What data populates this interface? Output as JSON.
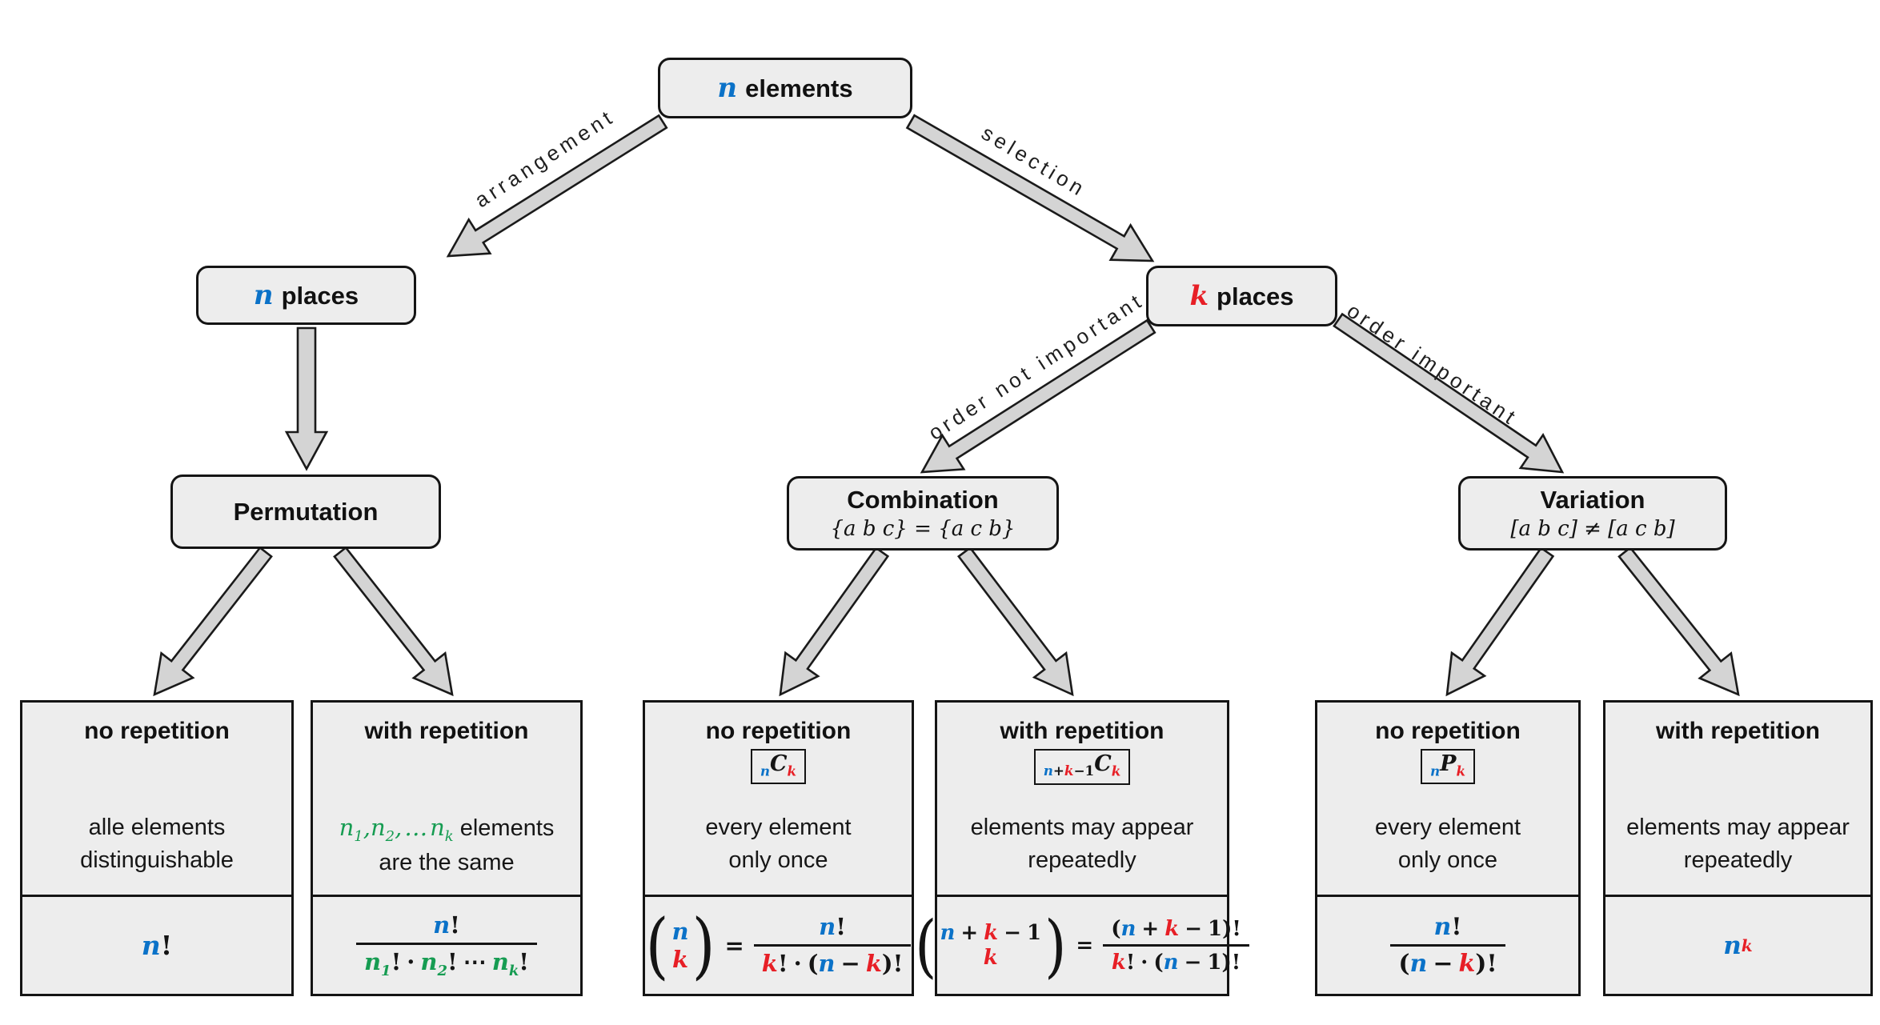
{
  "colors": {
    "blue": "#0b72c8",
    "red": "#e71f26",
    "green": "#169c52",
    "box_fill": "#ededed",
    "arrow_fill": "#d4d4d4",
    "border": "#141414"
  },
  "nodes": {
    "n_elements": {
      "var": "n",
      "label": "elements"
    },
    "n_places": {
      "var": "n",
      "label": "places"
    },
    "k_places": {
      "var": "k",
      "label": "places"
    },
    "permutation": {
      "title": "Permutation"
    },
    "combination": {
      "title": "Combination",
      "subtitle": "{a b c} = {a c b}"
    },
    "variation": {
      "title": "Variation",
      "subtitle": "[a b c] ≠ [a c b]"
    }
  },
  "edges": {
    "arrangement": "arrangement",
    "selection": "selection",
    "order_not_important": "order not important",
    "order_important": "order important"
  },
  "leaves": [
    {
      "title": "no repetition",
      "desc1": "alle elements",
      "desc2": "distinguishable"
    },
    {
      "title": "with repetition",
      "desc1_tail": "elements",
      "desc2": "are the same"
    },
    {
      "title": "no repetition",
      "desc1": "every element",
      "desc2": "only once"
    },
    {
      "title": "with repetition",
      "desc1": "elements may appear",
      "desc2": "repeatedly"
    },
    {
      "title": "no repetition",
      "desc1": "every element",
      "desc2": "only once"
    },
    {
      "title": "with repetition",
      "desc1": "elements may appear",
      "desc2": "repeatedly"
    }
  ],
  "tokens": {
    "n": "n",
    "k": "k",
    "C": "C",
    "P": "P",
    "one": "1",
    "two": "2",
    "bang": "!",
    "cdot": "·",
    "cdots": "⋯",
    "ellipsis": "…",
    "comma": ",",
    "eq": "=",
    "plus": "+",
    "minus": "−",
    "lp": "(",
    "rp": ")"
  }
}
